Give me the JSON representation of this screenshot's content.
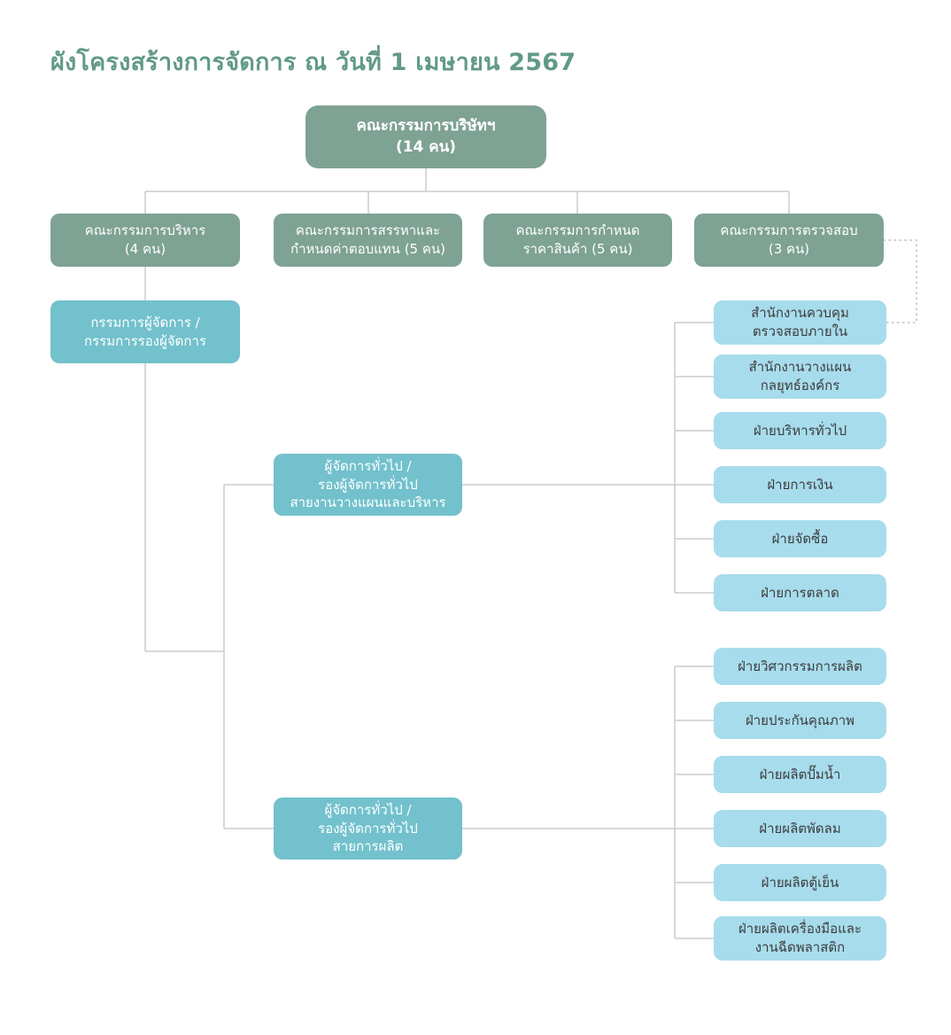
{
  "title": "ผังโครงสร้างการจัดการ ณ วันที่ 1 เมษายน 2567",
  "colors": {
    "title_green": "#619a86",
    "committee_green": "#7ea293",
    "management_teal": "#72c1cc",
    "department_blue": "#a7dcec",
    "department_text": "#3c3c3c",
    "connector_gray": "#cccccc"
  },
  "nodes": {
    "board": {
      "lines": [
        "คณะกรรมการบริษัทฯ",
        "(14 คน)"
      ]
    },
    "executive_committee": {
      "lines": [
        "คณะกรรมการบริหาร",
        "(4 คน)"
      ]
    },
    "nomination_committee": {
      "lines": [
        "คณะกรรมการสรรหาและ",
        "กำหนดค่าตอบแทน (5 คน)"
      ]
    },
    "pricing_committee": {
      "lines": [
        "คณะกรรมการกำหนด",
        "ราคาสินค้า (5 คน)"
      ]
    },
    "audit_committee": {
      "lines": [
        "คณะกรรมการตรวจสอบ",
        "(3 คน)"
      ]
    },
    "managing_director": {
      "lines": [
        "กรรมการผู้จัดการ /",
        "กรรมการรองผู้จัดการ"
      ]
    },
    "gm_planning": {
      "lines": [
        "ผู้จัดการทั่วไป /",
        "รองผู้จัดการทั่วไป",
        "สายงานวางแผนและบริหาร"
      ]
    },
    "gm_production": {
      "lines": [
        "ผู้จัดการทั่วไป /",
        "รองผู้จัดการทั่วไป",
        "สายการผลิต"
      ]
    },
    "planning_departments": [
      {
        "lines": [
          "สำนักงานควบคุม",
          "ตรวจสอบภายใน"
        ]
      },
      {
        "lines": [
          "สำนักงานวางแผน",
          "กลยุทธ์องค์กร"
        ]
      },
      {
        "lines": [
          "ฝ่ายบริหารทั่วไป"
        ]
      },
      {
        "lines": [
          "ฝ่ายการเงิน"
        ]
      },
      {
        "lines": [
          "ฝ่ายจัดซื้อ"
        ]
      },
      {
        "lines": [
          "ฝ่ายการตลาด"
        ]
      }
    ],
    "production_departments": [
      {
        "lines": [
          "ฝ่ายวิศวกรรมการผลิต"
        ]
      },
      {
        "lines": [
          "ฝ่ายประกันคุณภาพ"
        ]
      },
      {
        "lines": [
          "ฝ่ายผลิตปั๊มน้ำ"
        ]
      },
      {
        "lines": [
          "ฝ่ายผลิตพัดลม"
        ]
      },
      {
        "lines": [
          "ฝ่ายผลิตตู้เย็น"
        ]
      },
      {
        "lines": [
          "ฝ่ายผลิตเครื่องมือและ",
          "งานฉีดพลาสติก"
        ]
      }
    ]
  }
}
